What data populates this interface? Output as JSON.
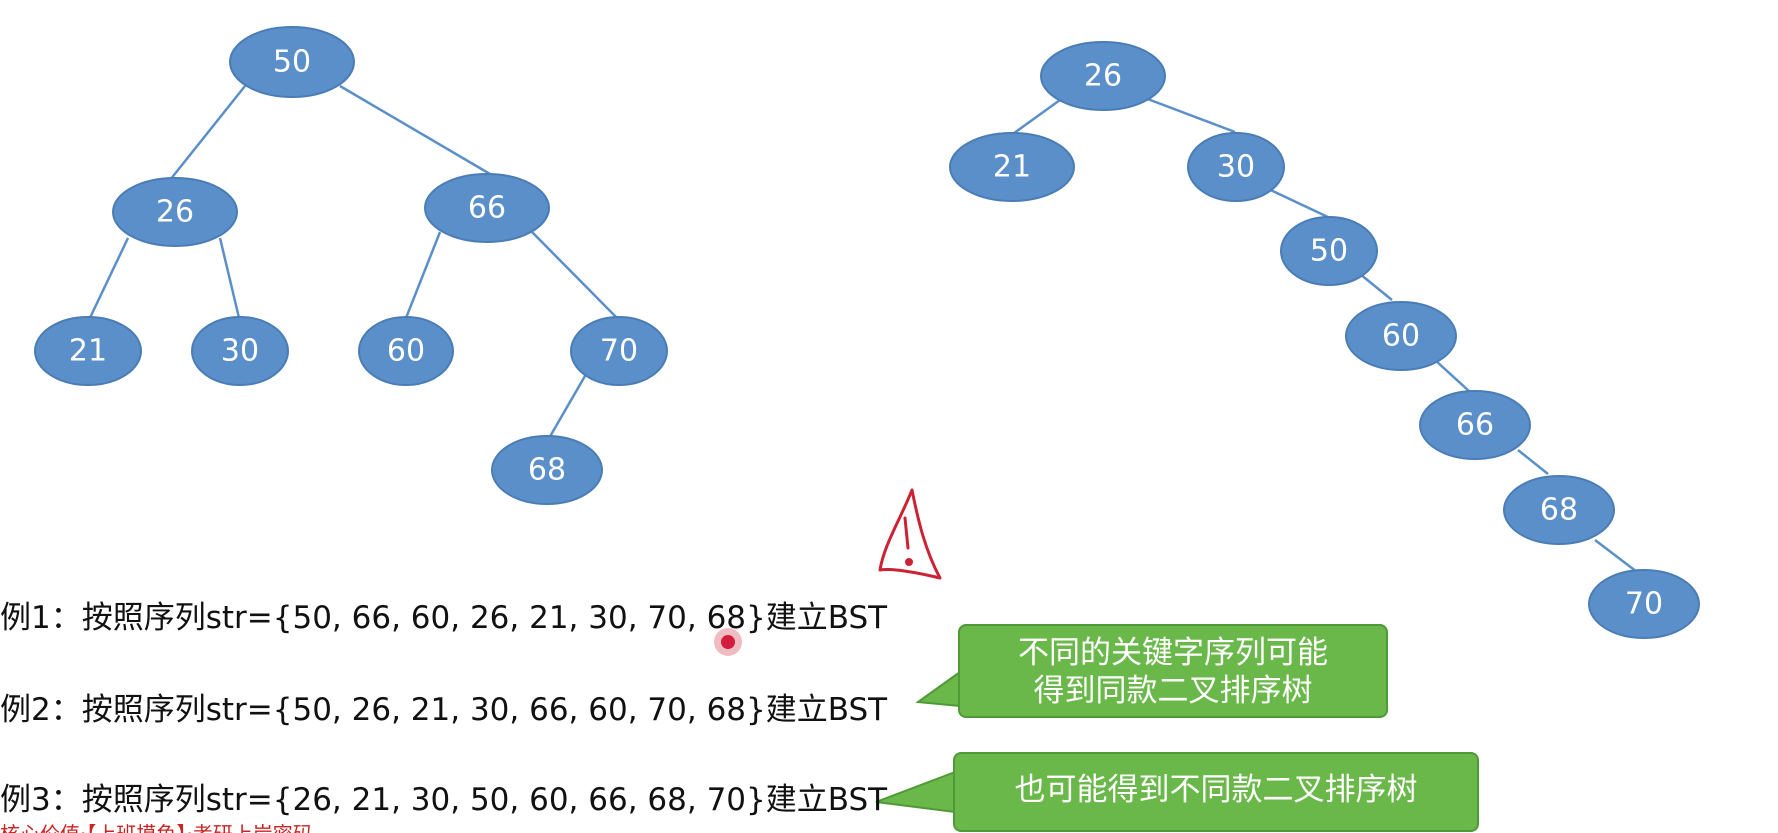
{
  "tree1": {
    "nodes": [
      "50",
      "26",
      "66",
      "21",
      "30",
      "60",
      "70",
      "68"
    ]
  },
  "tree2": {
    "nodes": [
      "26",
      "21",
      "30",
      "50",
      "60",
      "66",
      "68",
      "70"
    ]
  },
  "examples": [
    {
      "label": "例1：",
      "text": "按照序列str={50, 66, 60, 26, 21, 30, 70, 68}建立BST"
    },
    {
      "label": "例2：",
      "text": "按照序列str={50, 26, 21, 30, 66, 60, 70, 68}建立BST"
    },
    {
      "label": "例3：",
      "text": "按照序列str={26, 21, 30, 50, 60, 66, 68, 70}建立BST"
    }
  ],
  "callouts": {
    "same_tree": [
      "不同的关键字序列可能",
      "得到同款二叉排序树"
    ],
    "different_tree": "也可能得到不同款二叉排序树"
  },
  "footer": "核心价值·【上班摸鱼】·考研上岸密码",
  "colors": {
    "node_fill": "#5b8fc9",
    "callout_fill": "#6ab84a",
    "annotation_red": "#cc2233"
  },
  "icons": {
    "warning": "handwritten-warning-icon",
    "cursor": "red-cursor-dot"
  }
}
